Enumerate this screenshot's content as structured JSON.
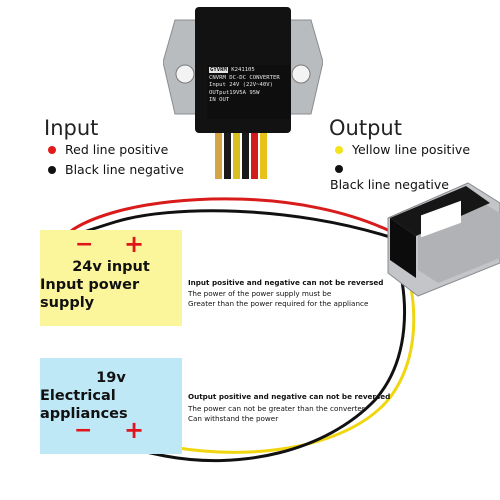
{
  "device_label": {
    "brand": "GYVRM",
    "model": "K241105",
    "line2": "CNVRM DC-DC   CONVERTER",
    "line3": "Input 24V    (22V~40V)",
    "line4": "OUTput19V5A    95W",
    "line5": "IN      OUT"
  },
  "input_section": {
    "title": "Input",
    "positive": {
      "label": "Red line positive",
      "color": "#e21a1a"
    },
    "negative": {
      "label": "Black line negative",
      "color": "#111111"
    }
  },
  "output_section": {
    "title": "Output",
    "positive": {
      "label": "Yellow line positive",
      "color": "#f2e418"
    },
    "negative": {
      "label": "Black line negative",
      "color": "#111111"
    }
  },
  "input_panel": {
    "minus": "−",
    "plus": "+",
    "line1": "24v input",
    "line2": "Input power supply",
    "bg": "#fbf59c"
  },
  "output_panel": {
    "minus": "−",
    "plus": "+",
    "line1": "19v",
    "line2": "Electrical appliances",
    "bg": "#bfe8f7"
  },
  "input_note": {
    "title": "Input positive and negative can not be reversed",
    "line1": "The power of the power supply must be",
    "line2": "Greater than the power required for the appliance"
  },
  "output_note": {
    "title": "Output positive and negative can not be reversed",
    "line1": "The power can not be greater than the converter",
    "line2": "Can withstand the power"
  }
}
